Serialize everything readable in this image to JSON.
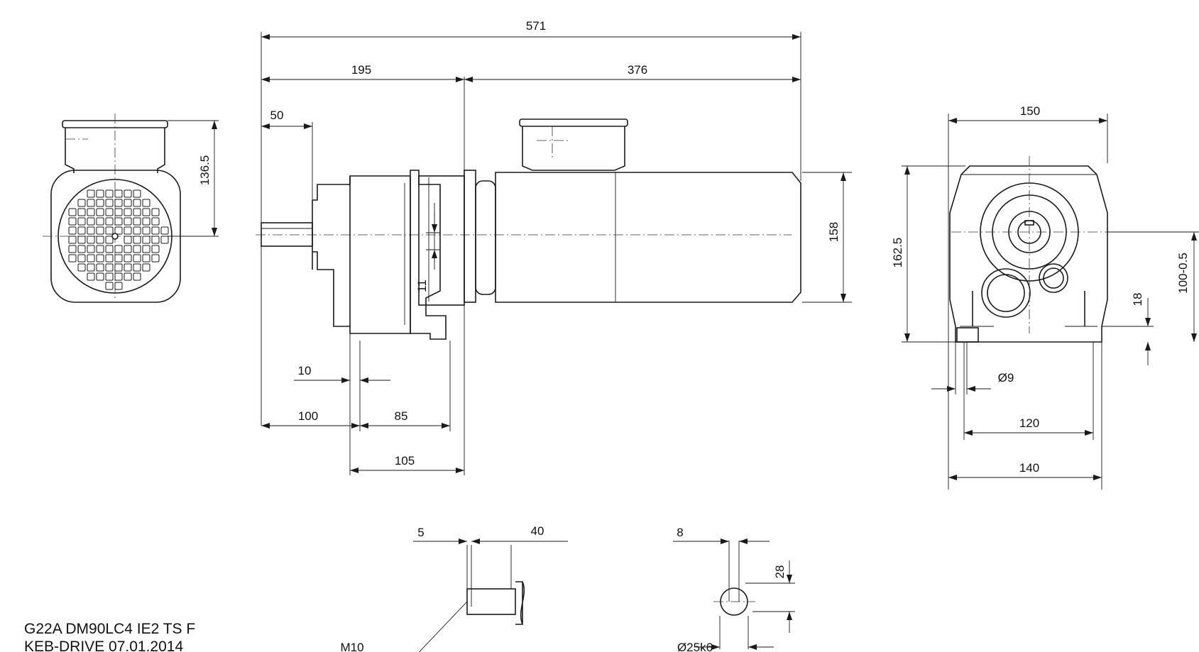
{
  "dimensions": {
    "overall_length": "571",
    "gear_length": "195",
    "motor_length": "376",
    "shaft_length": "50",
    "foot_offset_10": "10",
    "foot_100": "100",
    "foot_85": "85",
    "foot_105": "105",
    "gap_11": "11",
    "motor_height": "158",
    "terminal_height": "136.5",
    "end_width_150": "150",
    "end_height_162_5": "162.5",
    "shaft_height": "100-0.5",
    "foot_height_18": "18",
    "hole_dia": "Ø9",
    "foot_120": "120",
    "foot_140": "140",
    "thread_5": "5",
    "thread_40": "40",
    "thread_label": "M10",
    "key_8": "8",
    "key_28": "28",
    "shaft_dia": "Ø25k6"
  },
  "title_block": {
    "model": "G22A DM90LC4 IE2 TS F",
    "maker_date": "KEB-DRIVE 07.01.2014"
  }
}
